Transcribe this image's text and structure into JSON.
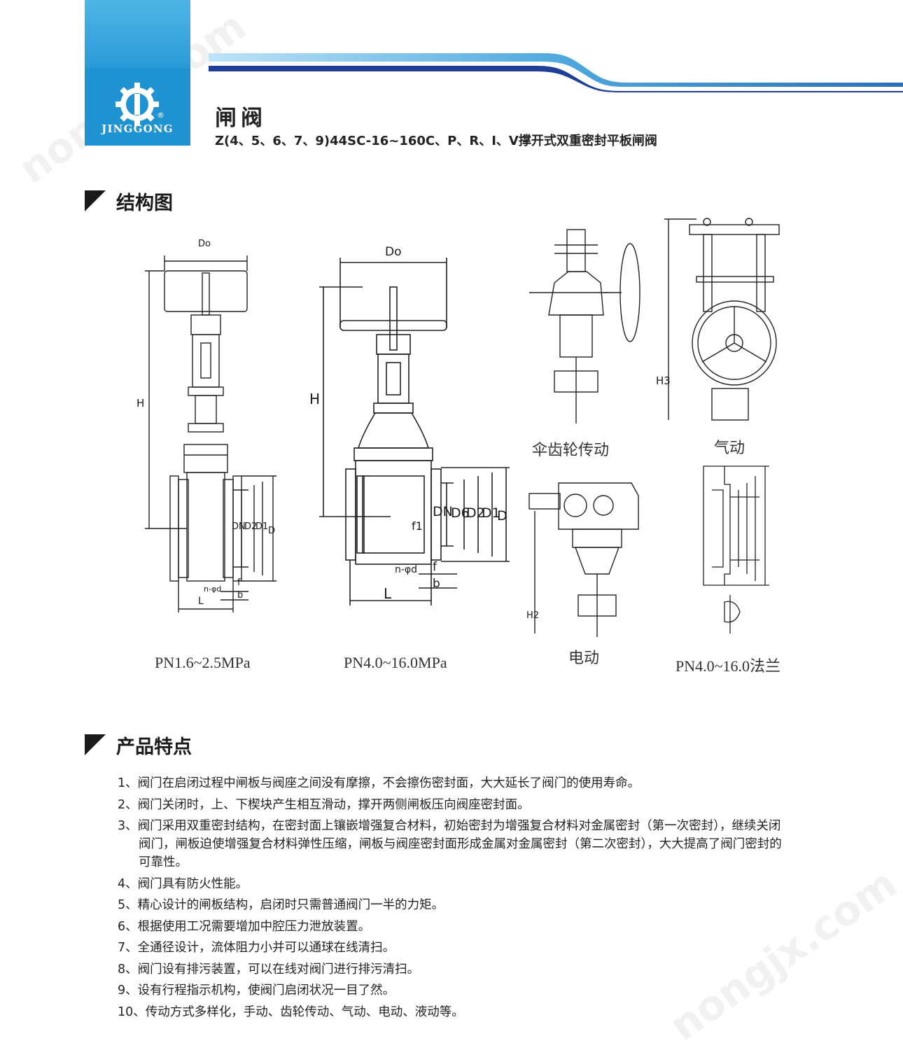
{
  "brand": {
    "name": "JINGGONG",
    "reg": "®"
  },
  "watermark": "nongjx.com",
  "header": {
    "title": "闸阀",
    "subtitle": "Z(4、5、6、7、9)44SC-16~160C、P、R、I、V撑开式双重密封平板闸阀"
  },
  "structure": {
    "heading": "结构图",
    "captions": {
      "pn_low": "PN1.6~2.5MPa",
      "pn_high": "PN4.0~16.0MPa",
      "gear": "伞齿轮传动",
      "pneumatic": "气动",
      "electric": "电动",
      "flange": "PN4.0~16.0法兰"
    },
    "dims_small": {
      "d0": "Do",
      "h": "H",
      "dn": "DN",
      "d2": "D2",
      "d1": "D1",
      "d": "D",
      "l": "L",
      "b": "b",
      "f": "f",
      "nphi": "n-φd"
    },
    "dims_large": {
      "d0": "Do",
      "h": "H",
      "dn": "DN",
      "d6": "D6",
      "d2": "D2",
      "d1": "D1",
      "d": "D",
      "l": "L",
      "b": "b",
      "f": "f",
      "f1": "f1",
      "nphi": "n-φd"
    },
    "h2": "H2",
    "h3": "H3"
  },
  "features": {
    "heading": "产品特点",
    "items": [
      "1、阀门在启闭过程中闸板与阀座之间没有摩擦，不会擦伤密封面，大大延长了阀门的使用寿命。",
      "2、阀门关闭时，上、下楔块产生相互滑动，撑开两侧闸板压向阀座密封面。",
      "3、阀门采用双重密封结构，在密封面上镶嵌增强复合材料，初始密封为增强复合材料对金属密封（第一次密封），继续关闭阀门，闸板迫使增强复合材料弹性压缩，闸板与阀座密封面形成金属对金属密封（第二次密封），大大提高了阀门密封的可靠性。",
      "4、阀门具有防火性能。",
      "5、精心设计的闸板结构，启闭时只需普通阀门一半的力矩。",
      "6、根据使用工况需要增加中腔压力泄放装置。",
      "7、全通径设计，流体阻力小并可以通球在线清扫。",
      "8、阀门设有排污装置，可以在线对阀门进行排污清扫。",
      "9、设有行程指示机构，使阀门启闭状况一目了然。",
      "10、传动方式多样化，手动、齿轮传动、气动、电动、液动等。"
    ]
  }
}
